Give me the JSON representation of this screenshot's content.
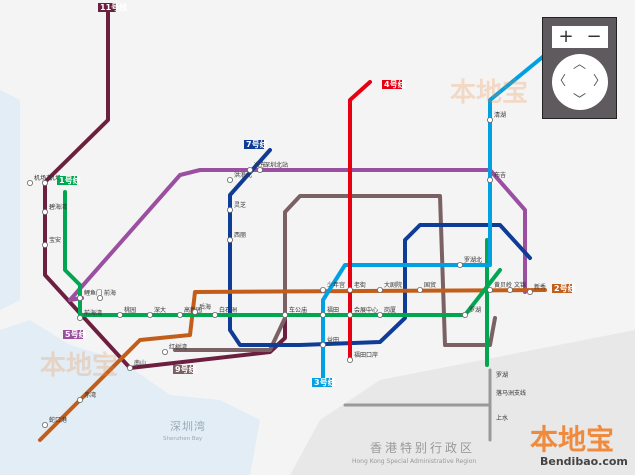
{
  "map": {
    "water_label": "深圳湾",
    "water_label_en": "Shenzhen Bay",
    "hk_label": "香港特别行政区",
    "hk_label_en": "Hong Kong Special Administrative Region",
    "hk_stations": [
      "落马洲支线",
      "上水",
      "罗湖"
    ],
    "colors": {
      "line1": "#00a650",
      "line2": "#c35e1a",
      "line3": "#00a0e2",
      "line4": "#e60012",
      "line5": "#9b4fa0",
      "line7": "#0f3c96",
      "line9": "#7b6163",
      "line11": "#6d1f3f",
      "hk": "#999999"
    },
    "lines": [
      {
        "id": "11",
        "badge": "11号线"
      },
      {
        "id": "4",
        "badge": "4号线"
      },
      {
        "id": "7",
        "badge": "7号线"
      },
      {
        "id": "1",
        "badge": "1号线"
      },
      {
        "id": "5",
        "badge": "5号线"
      },
      {
        "id": "2",
        "badge": "2号线"
      },
      {
        "id": "9",
        "badge": "9号线"
      },
      {
        "id": "3",
        "badge": "3号线"
      }
    ],
    "stations": [
      "机场东",
      "机场",
      "碧海湾",
      "宝安",
      "前海湾",
      "鲤鱼门",
      "南山",
      "桃园",
      "深大",
      "高新园",
      "白石洲",
      "西丽",
      "灵芝",
      "洪浪北",
      "兴东",
      "车公庙",
      "福田",
      "会展中心",
      "岗厦",
      "少年宫",
      "老街",
      "大剧院",
      "国贸",
      "罗湖",
      "黄贝岭",
      "布吉",
      "清湖",
      "深圳北站",
      "红树湾",
      "后海",
      "蛇口港",
      "赤湾",
      "福田口岸",
      "益田",
      "罗湖北",
      "文锦",
      "新秀",
      "前海"
    ]
  },
  "watermark": {
    "logo_text": "本地宝",
    "site": "Bendibao.com"
  },
  "controls": {
    "zoom_in": "+",
    "zoom_out": "−",
    "up": "︿",
    "down": "﹀",
    "left": "〈",
    "right": "〉"
  }
}
